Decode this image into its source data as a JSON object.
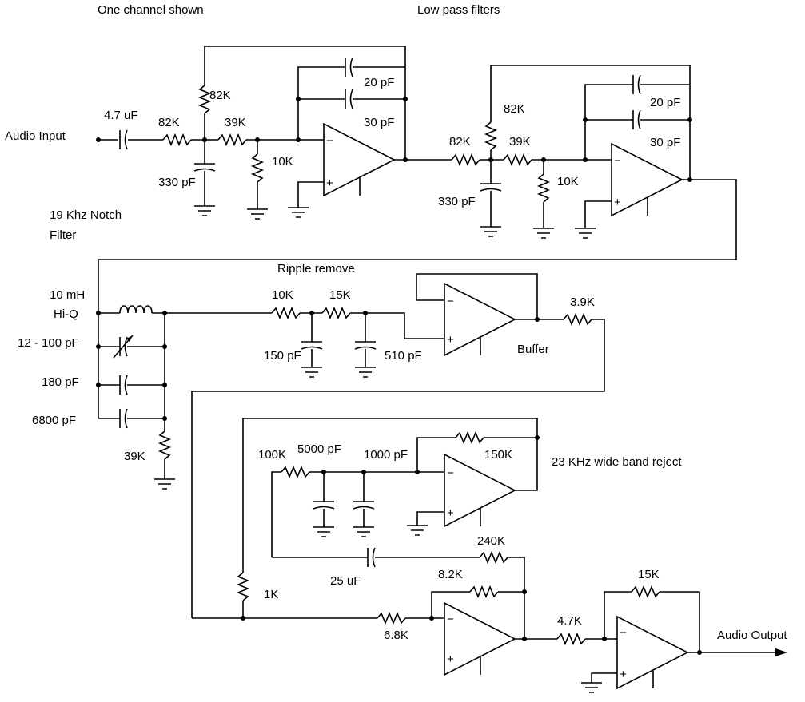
{
  "titles": {
    "one_channel": "One channel shown",
    "low_pass": "Low pass filters",
    "notch_line1": "19 Khz   Notch",
    "notch_line2": "Filter",
    "ripple": "Ripple remove",
    "buffer": "Buffer",
    "wide_band": "23 KHz wide band reject"
  },
  "io": {
    "input": "Audio Input",
    "output": "Audio Output"
  },
  "stage1": {
    "c_in": "4.7 uF",
    "r1": "82K",
    "r_fb": "82K",
    "r2": "39K",
    "r_gnd": "10K",
    "c_gnd": "330 pF",
    "c_fb1": "20 pF",
    "c_fb2": "30 pF"
  },
  "stage2": {
    "r1": "82K",
    "r_fb": "82K",
    "r2": "39K",
    "r_gnd": "10K",
    "c_gnd": "330 pF",
    "c_fb1": "20 pF",
    "c_fb2": "30 pF"
  },
  "notch": {
    "inductor": "10 mH",
    "inductor_q": "Hi-Q",
    "c_var": "12 - 100 pF",
    "c1": "180 pF",
    "c2": "6800 pF",
    "r": "39K"
  },
  "ripple": {
    "r1": "10K",
    "r2": "15K",
    "c1": "150 pF",
    "c2": "510 pF",
    "r_out": "3.9K"
  },
  "reject": {
    "r_in": "100K",
    "c1": "5000 pF",
    "c2": "1000 pF",
    "r_fb": "150K",
    "r_240": "240K",
    "c_25": "25 uF",
    "r_82": "8.2K",
    "r_1k": "1K",
    "r_68": "6.8K",
    "r_47": "4.7K",
    "r_15": "15K"
  },
  "opamp_signs": {
    "minus": "−",
    "plus": "+"
  }
}
